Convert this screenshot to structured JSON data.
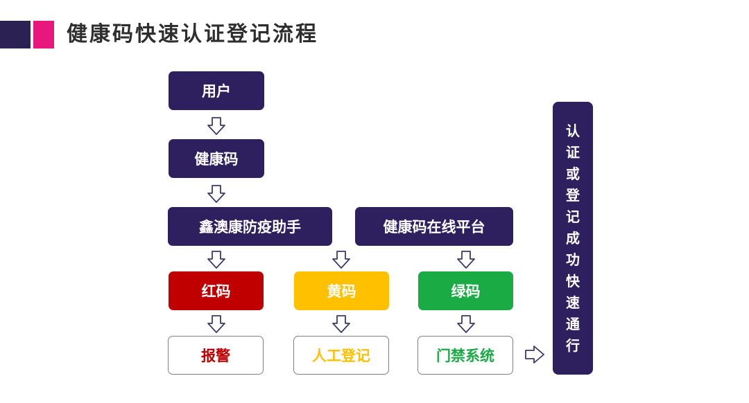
{
  "header": {
    "title": "健康码快速认证登记流程",
    "accent_dark": "#2b2152",
    "accent_pink": "#e8177d"
  },
  "flow": {
    "user": "用户",
    "health_code": "健康码",
    "app": "鑫澳康防疫助手",
    "platform": "健康码在线平台",
    "red_code": "红码",
    "yellow_code": "黄码",
    "green_code": "绿码",
    "alarm": "报警",
    "manual": "人工登记",
    "gate": "门禁系统",
    "pass": "认证或登记成功快速通行"
  },
  "colors": {
    "purple": "#2e1f5e",
    "red": "#c00000",
    "yellow": "#ffc000",
    "green": "#1aab45"
  }
}
